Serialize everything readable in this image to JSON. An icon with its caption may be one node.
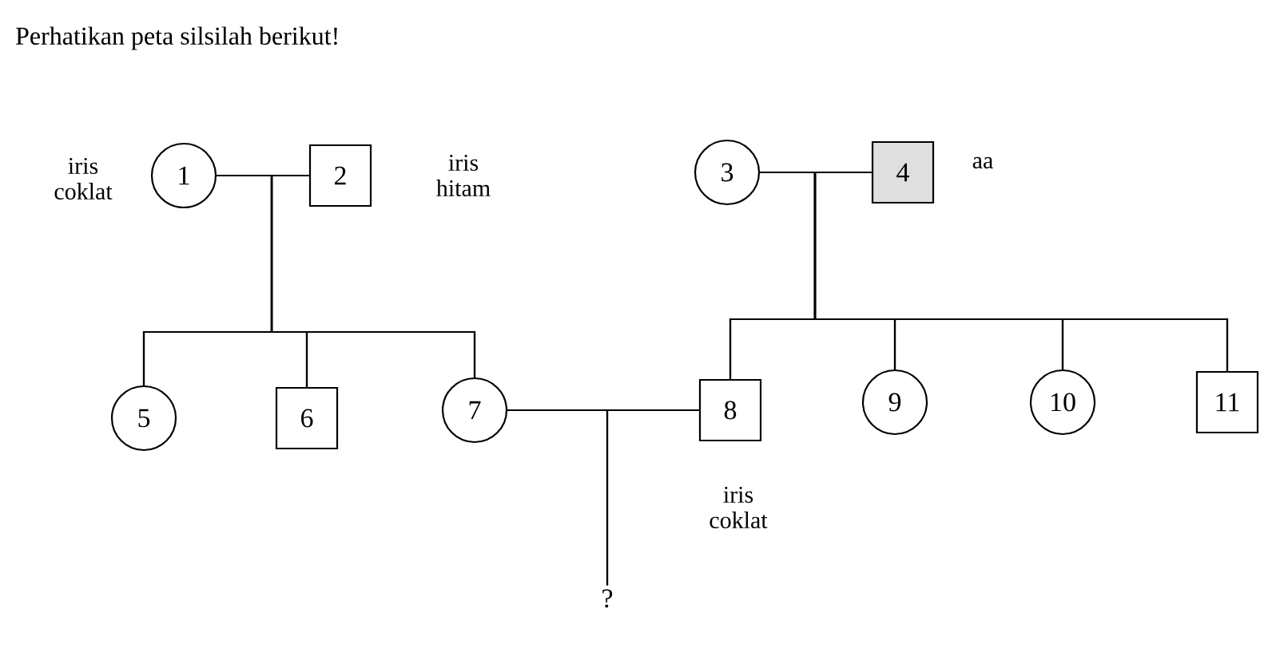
{
  "diagram": {
    "title": "Perhatikan peta silsilah berikut!",
    "nodes": [
      {
        "text": [
          "1"
        ],
        "beside": [
          "iris coklat"
        ]
      },
      {
        "text": [
          "2"
        ],
        "beside": [
          "iris hitam"
        ]
      },
      {
        "text": [
          "3"
        ]
      },
      {
        "text": [
          "4"
        ],
        "beside": [
          "aa"
        ]
      },
      {
        "text": [
          "5"
        ]
      },
      {
        "text": [
          "6"
        ]
      },
      {
        "text": [
          "7"
        ]
      },
      {
        "text": [
          "8"
        ],
        "beside": [
          "iris coklat"
        ]
      },
      {
        "text": [
          "9"
        ]
      },
      {
        "text": [
          "10"
        ]
      },
      {
        "text": [
          "11"
        ]
      },
      {
        "text": [
          "?"
        ]
      }
    ],
    "edges": [
      {
        "from": 0,
        "to": 1,
        "arrow": "none"
      },
      {
        "from": 2,
        "to": 3,
        "arrow": "none"
      },
      {
        "from": 0,
        "to": 4,
        "arrow": "none"
      },
      {
        "from": 0,
        "to": 5,
        "arrow": "none"
      },
      {
        "from": 0,
        "to": 6,
        "arrow": "none"
      },
      {
        "from": 1,
        "to": 4,
        "arrow": "none"
      },
      {
        "from": 1,
        "to": 5,
        "arrow": "none"
      },
      {
        "from": 1,
        "to": 6,
        "arrow": "none"
      },
      {
        "from": 2,
        "to": 7,
        "arrow": "none"
      },
      {
        "from": 2,
        "to": 8,
        "arrow": "none"
      },
      {
        "from": 2,
        "to": 9,
        "arrow": "none"
      },
      {
        "from": 2,
        "to": 10,
        "arrow": "none"
      },
      {
        "from": 3,
        "to": 7,
        "arrow": "none"
      },
      {
        "from": 3,
        "to": 8,
        "arrow": "none"
      },
      {
        "from": 3,
        "to": 9,
        "arrow": "none"
      },
      {
        "from": 3,
        "to": 10,
        "arrow": "none"
      },
      {
        "from": 6,
        "to": 7,
        "arrow": "none"
      },
      {
        "from": 6,
        "to": 11,
        "arrow": "none"
      },
      {
        "from": 7,
        "to": 11,
        "arrow": "none"
      }
    ]
  }
}
